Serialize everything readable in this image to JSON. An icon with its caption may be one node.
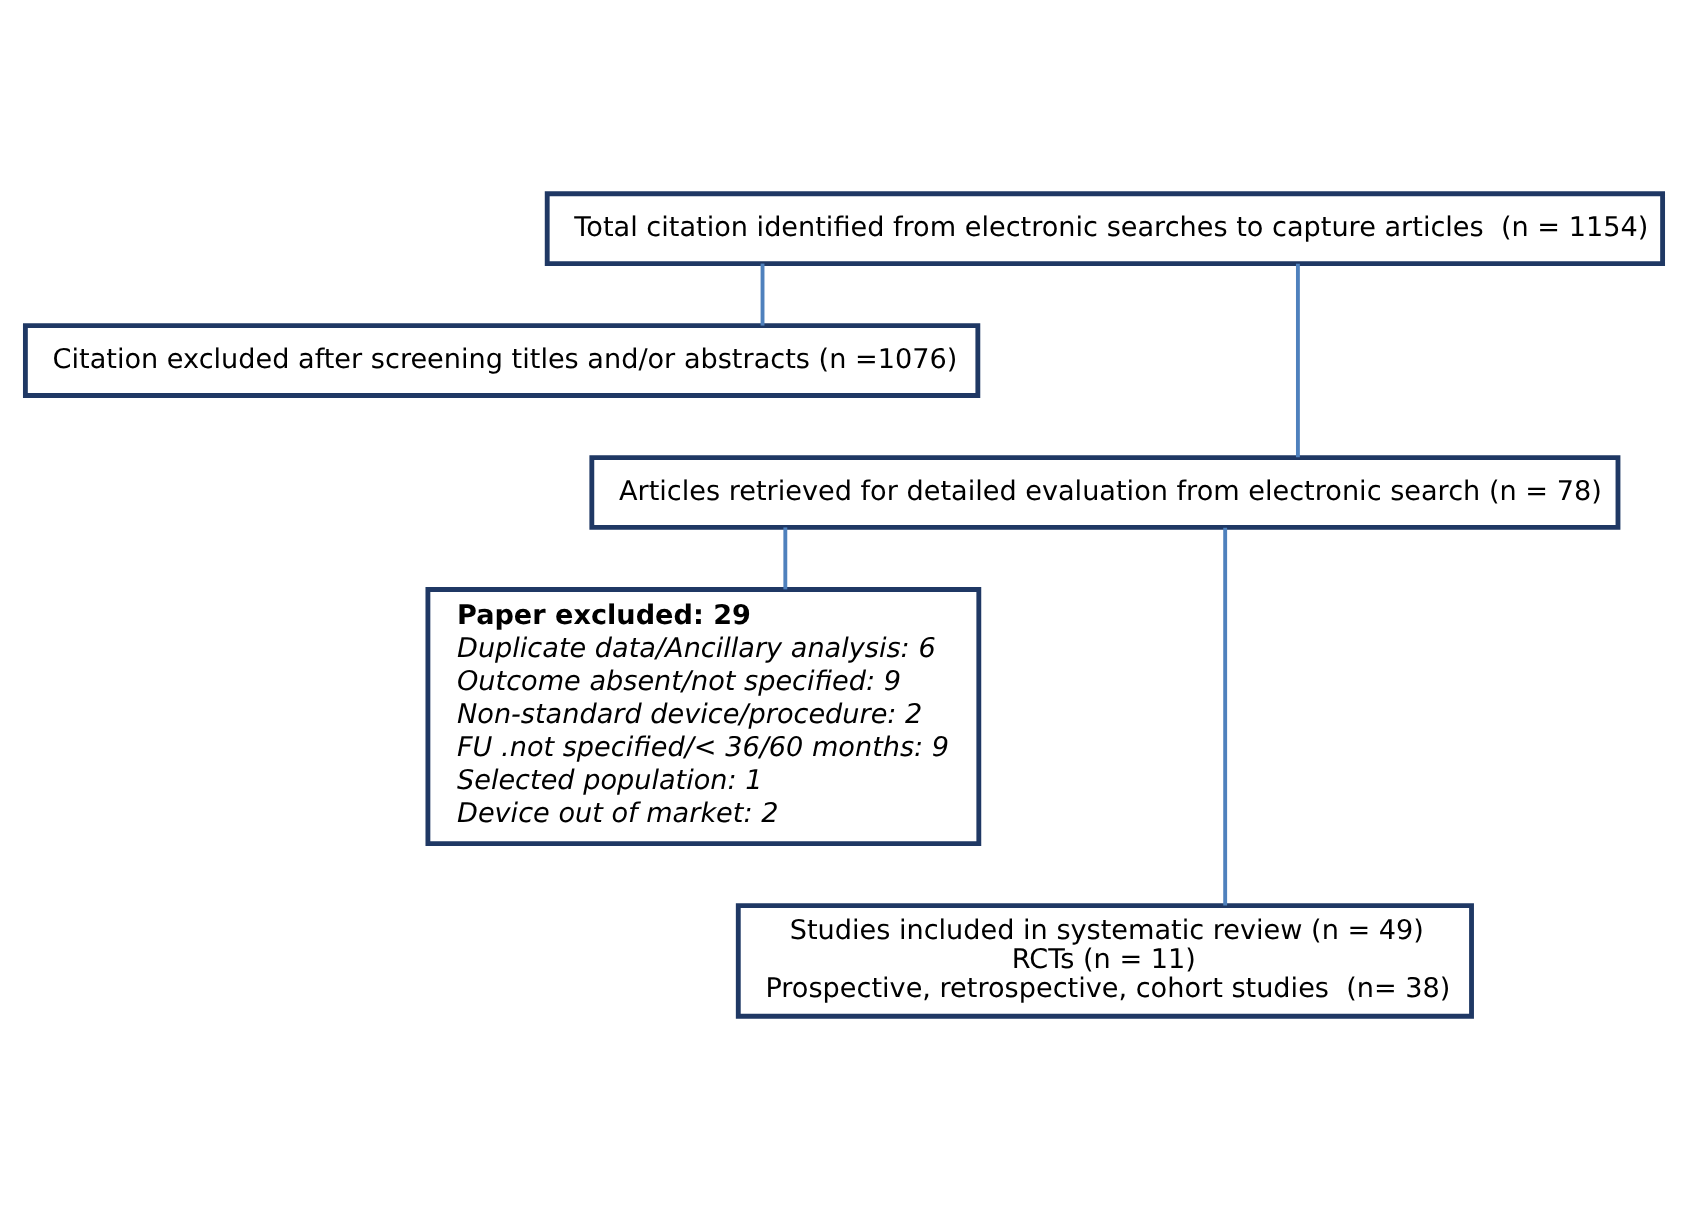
{
  "diagram": {
    "nodes": [
      {
        "text": [
          "Total citation identified from electronic searches to capture articles  (n = 1154)"
        ]
      },
      {
        "text": [
          "Citation excluded after screening titles and/or abstracts (n =1076)"
        ]
      },
      {
        "text": [
          "Articles retrieved for detailed evaluation from electronic search (n = 78)"
        ]
      },
      {
        "text": [
          "Paper excluded: 29",
          "Duplicate data/Ancillary analysis: 6",
          "Outcome absent/not specified: 9",
          "Non-standard device/procedure: 2",
          "FU .not specified/< 36/60 months: 9",
          "Selected population: 1",
          "Device out of market: 2"
        ]
      },
      {
        "text": [
          "Studies included in systematic review (n = 49)",
          "RCTs (n = 11)",
          "Prospective, retrospective, cohort studies  (n= 38)"
        ]
      }
    ],
    "edges": [
      {
        "from": 0,
        "to": 2,
        "arrow": "none"
      },
      {
        "from": 0,
        "to": 1,
        "arrow": "none"
      },
      {
        "from": 2,
        "to": 4,
        "arrow": "none"
      },
      {
        "from": 2,
        "to": 3,
        "arrow": "none"
      }
    ]
  }
}
